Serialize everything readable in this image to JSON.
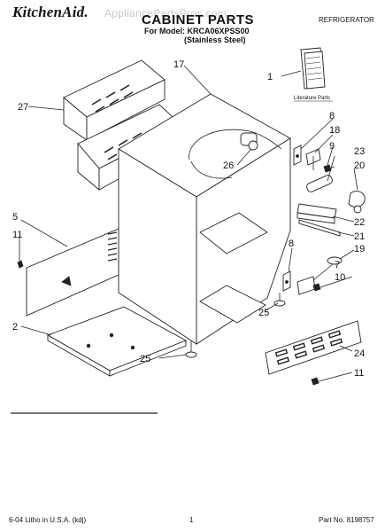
{
  "header": {
    "brand": "KitchenAid.",
    "watermark": "AppliancePartsPros.com",
    "title": "CABINET PARTS",
    "model_line": "For Model: KRCA06XPSS00",
    "variant": "(Stainless Steel)",
    "category": "REFRIGERATOR"
  },
  "callouts": {
    "c1": "1",
    "c2": "2",
    "c5": "5",
    "c7": "7",
    "c8a": "8",
    "c8b": "8",
    "c9": "9",
    "c10": "10",
    "c11a": "11",
    "c11b": "11",
    "c17": "17",
    "c18": "18",
    "c19": "19",
    "c20": "20",
    "c21": "21",
    "c22": "22",
    "c23": "23",
    "c24": "24",
    "c25a": "25",
    "c25b": "25",
    "c26": "26",
    "c27": "27"
  },
  "literature_label": "Literature Parts",
  "footer": {
    "litho": "6-04 Litho in U.S.A. (kdj)",
    "page": "1",
    "part_no": "Part No. 8198757"
  }
}
